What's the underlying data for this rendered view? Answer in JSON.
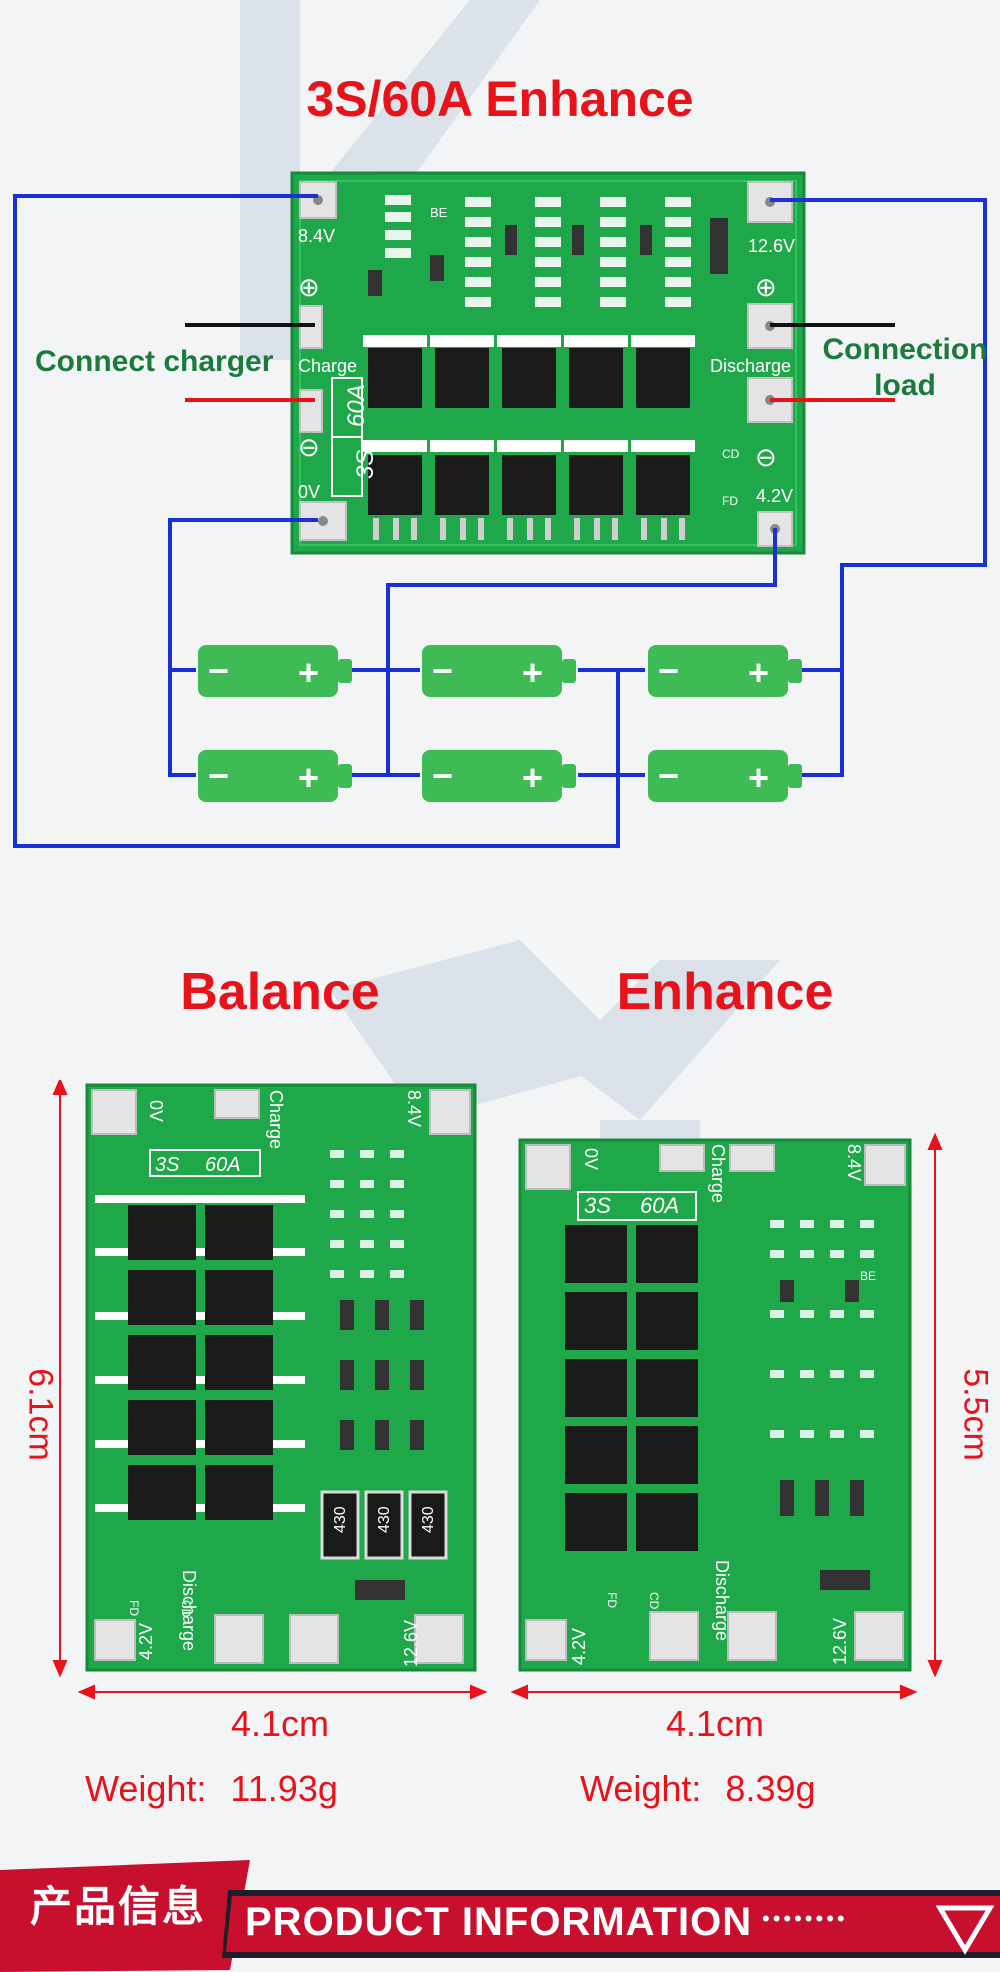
{
  "wiring": {
    "title": "3S/60A Enhance",
    "board": {
      "terminal_positive_top": "8.4V",
      "terminal_charge": "Charge",
      "terminal_zero": "0V",
      "terminal_output": "12.6V",
      "terminal_discharge": "Discharge",
      "terminal_cell": "4.2V",
      "silk_model_a": "3S",
      "silk_model_b": "60A",
      "silk_be": "BE",
      "silk_cd": "CD",
      "silk_fd": "FD",
      "plus_symbol": "⊕",
      "minus_symbol": "⊖"
    },
    "label_charger": "Connect charger",
    "label_load_1": "Connection",
    "label_load_2": "load",
    "battery_minus": "−",
    "battery_plus": "+"
  },
  "comparison": {
    "balance": {
      "title": "Balance",
      "height": "6.1cm",
      "width": "4.1cm",
      "weight_label": "Weight:",
      "weight_value": "11.93g",
      "resistor_code": "430"
    },
    "enhance": {
      "title": "Enhance",
      "height": "5.5cm",
      "width": "4.1cm",
      "weight_label": "Weight:",
      "weight_value": "8.39g"
    }
  },
  "footer": {
    "cn_label": "产品信息",
    "en_label": "PRODUCT INFORMATION",
    "dots": "••••••••"
  },
  "colors": {
    "title_red": "#e8121a",
    "wire_blue": "#1a2fd6",
    "label_green": "#1c7a3c",
    "pcb_green": "#1fa84a",
    "battery_green": "#3fbb55",
    "footer_red": "#c8102e"
  }
}
